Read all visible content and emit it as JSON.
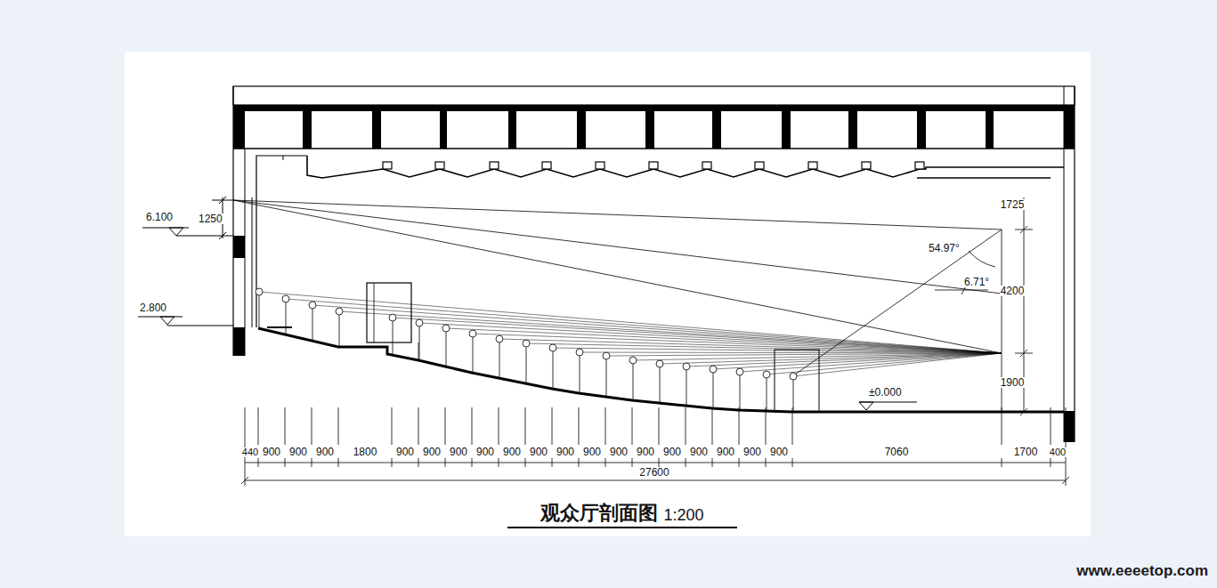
{
  "diagram": {
    "title": "观众厅剖面图",
    "labels": [
      "6.100",
      "1250",
      "2.800",
      "1725",
      "54.97°",
      "6.71°",
      "4200",
      "1900",
      "±0.000",
      "440",
      "900",
      "900",
      "900",
      "1800",
      "900",
      "900",
      "900",
      "900",
      "900",
      "900",
      "900",
      "900",
      "900",
      "900",
      "900",
      "900",
      "900",
      "900",
      "900",
      "7060",
      "1700",
      "400",
      "27600",
      "1:200",
      "www.eeeetop.com"
    ]
  }
}
